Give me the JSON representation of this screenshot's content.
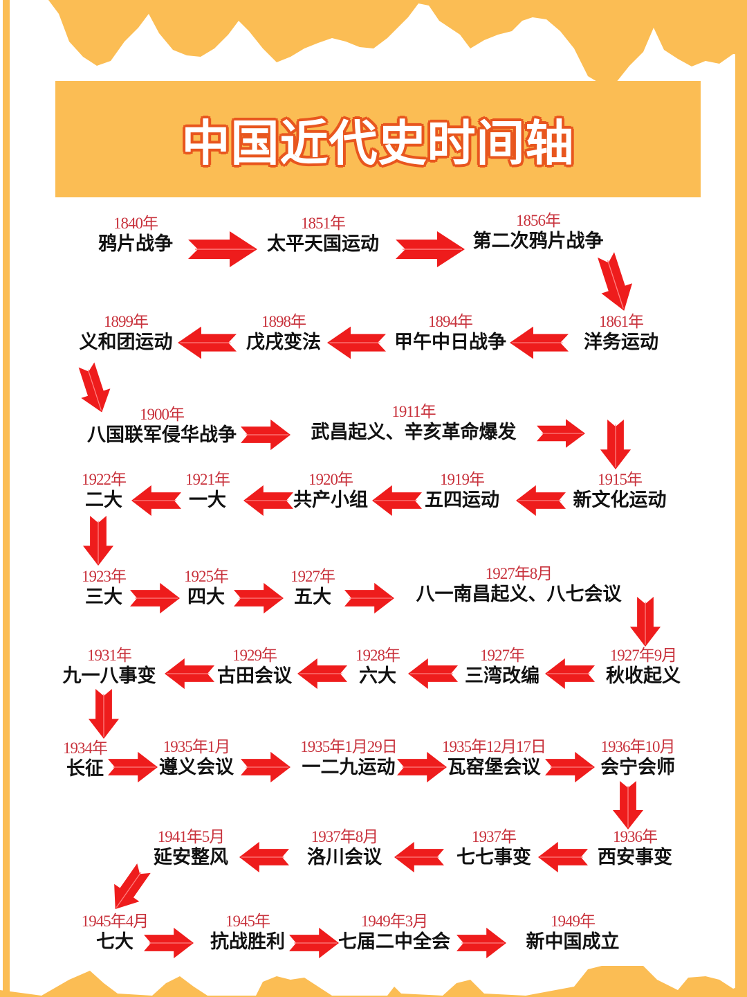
{
  "title": "中国近代史时间轴",
  "colors": {
    "frame": "#FBBD54",
    "title_bg": "#FBBD54",
    "title_stroke": "#E8561E",
    "date": "#C8323C",
    "event": "#111111",
    "arrow": "#EE1C1C"
  },
  "nodes": [
    {
      "date": "1840年",
      "event": "鸦片战争"
    },
    {
      "date": "1851年",
      "event": "太平天国运动"
    },
    {
      "date": "1856年",
      "event": "第二次鸦片战争"
    },
    {
      "date": "1861年",
      "event": "洋务运动"
    },
    {
      "date": "1894年",
      "event": "甲午中日战争"
    },
    {
      "date": "1898年",
      "event": "戊戌变法"
    },
    {
      "date": "1899年",
      "event": "义和团运动"
    },
    {
      "date": "1900年",
      "event": "八国联军侵华战争"
    },
    {
      "date": "1911年",
      "event": "武昌起义、辛亥革命爆发"
    },
    {
      "date": "1915年",
      "event": "新文化运动"
    },
    {
      "date": "1919年",
      "event": "五四运动"
    },
    {
      "date": "1920年",
      "event": "共产小组"
    },
    {
      "date": "1921年",
      "event": "一大"
    },
    {
      "date": "1922年",
      "event": "二大"
    },
    {
      "date": "1923年",
      "event": "三大"
    },
    {
      "date": "1925年",
      "event": "四大"
    },
    {
      "date": "1927年",
      "event": "五大"
    },
    {
      "date": "1927年8月",
      "event": "八一南昌起义、八七会议"
    },
    {
      "date": "1927年9月",
      "event": "秋收起义"
    },
    {
      "date": "1927年",
      "event": "三湾改编"
    },
    {
      "date": "1928年",
      "event": "六大"
    },
    {
      "date": "1929年",
      "event": "古田会议"
    },
    {
      "date": "1931年",
      "event": "九一八事变"
    },
    {
      "date": "1934年",
      "event": "长征"
    },
    {
      "date": "1935年1月",
      "event": "遵义会议"
    },
    {
      "date": "1935年1月29日",
      "event": "一二九运动"
    },
    {
      "date": "1935年12月17日",
      "event": "瓦窑堡会议"
    },
    {
      "date": "1936年10月",
      "event": "会宁会师"
    },
    {
      "date": "1936年",
      "event": "西安事变"
    },
    {
      "date": "1937年",
      "event": "七七事变"
    },
    {
      "date": "1937年8月",
      "event": "洛川会议"
    },
    {
      "date": "1941年5月",
      "event": "延安整风"
    },
    {
      "date": "1945年4月",
      "event": "七大"
    },
    {
      "date": "1945年",
      "event": "抗战胜利"
    },
    {
      "date": "1949年3月",
      "event": "七届二中全会"
    },
    {
      "date": "1949年",
      "event": "新中国成立"
    }
  ]
}
